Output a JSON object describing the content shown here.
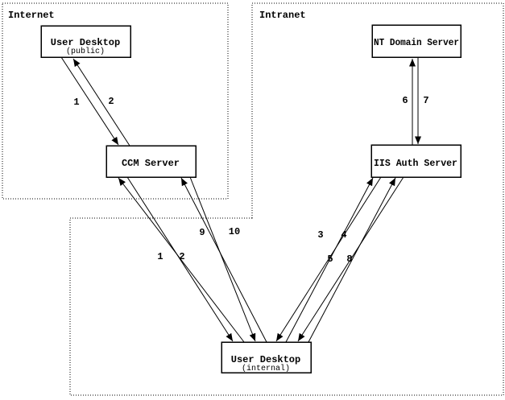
{
  "regions": {
    "internet": {
      "label": "Internet"
    },
    "intranet": {
      "label": "Intranet"
    }
  },
  "nodes": {
    "user_desktop_public": {
      "title": "User Desktop",
      "subtitle": "(public)"
    },
    "ccm_server": {
      "title": "CCM Server"
    },
    "nt_domain_server": {
      "title": "NT Domain Server"
    },
    "iis_auth_server": {
      "title": "IIS Auth Server"
    },
    "user_desktop_internal": {
      "title": "User Desktop",
      "subtitle": "(internal)"
    }
  },
  "arrow_labels": {
    "public_1": "1",
    "public_2": "2",
    "internal_1": "1",
    "internal_2": "2",
    "step_3": "3",
    "step_4": "4",
    "step_5": "5",
    "step_6": "6",
    "step_7": "7",
    "step_8": "8",
    "step_9": "9",
    "step_10": "10"
  },
  "colors": {
    "ink": "#000000",
    "background": "#ffffff"
  }
}
